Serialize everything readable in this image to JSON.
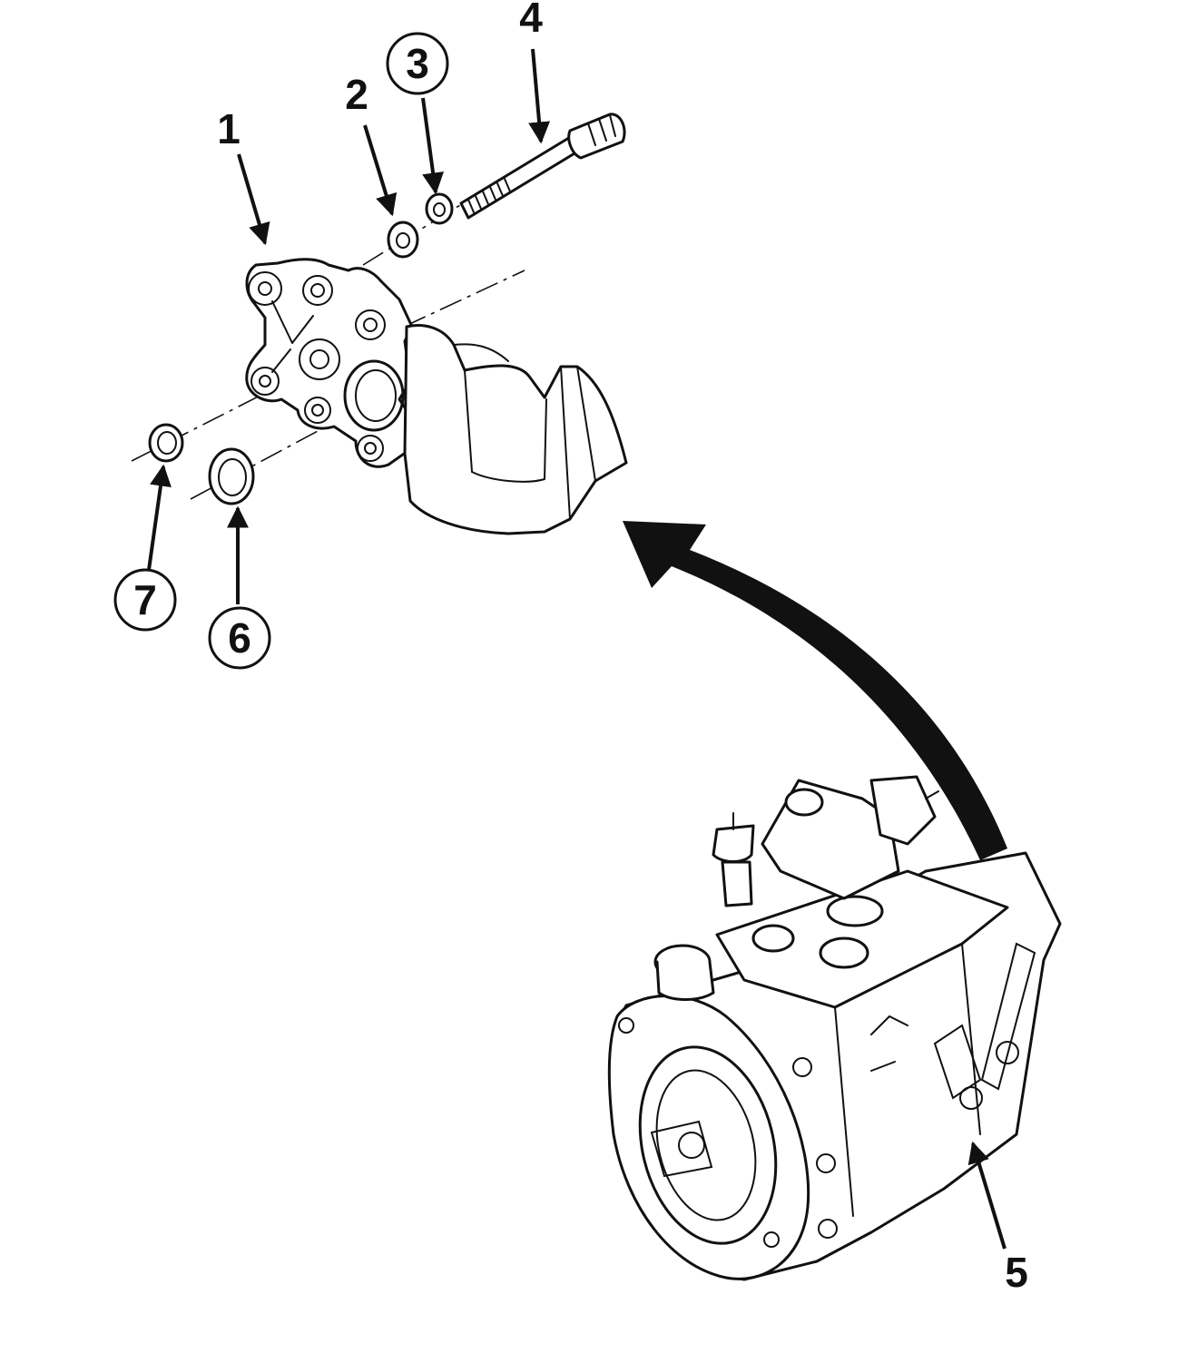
{
  "figure": {
    "callouts": [
      {
        "id": "1",
        "label": "1",
        "circled": false
      },
      {
        "id": "2",
        "label": "2",
        "circled": false
      },
      {
        "id": "3",
        "label": "3",
        "circled": true
      },
      {
        "id": "4",
        "label": "4",
        "circled": false
      },
      {
        "id": "5",
        "label": "5",
        "circled": false
      },
      {
        "id": "6",
        "label": "6",
        "circled": true
      },
      {
        "id": "7",
        "label": "7",
        "circled": true
      }
    ],
    "colors": {
      "ink": "#111111",
      "background": "#ffffff"
    }
  }
}
